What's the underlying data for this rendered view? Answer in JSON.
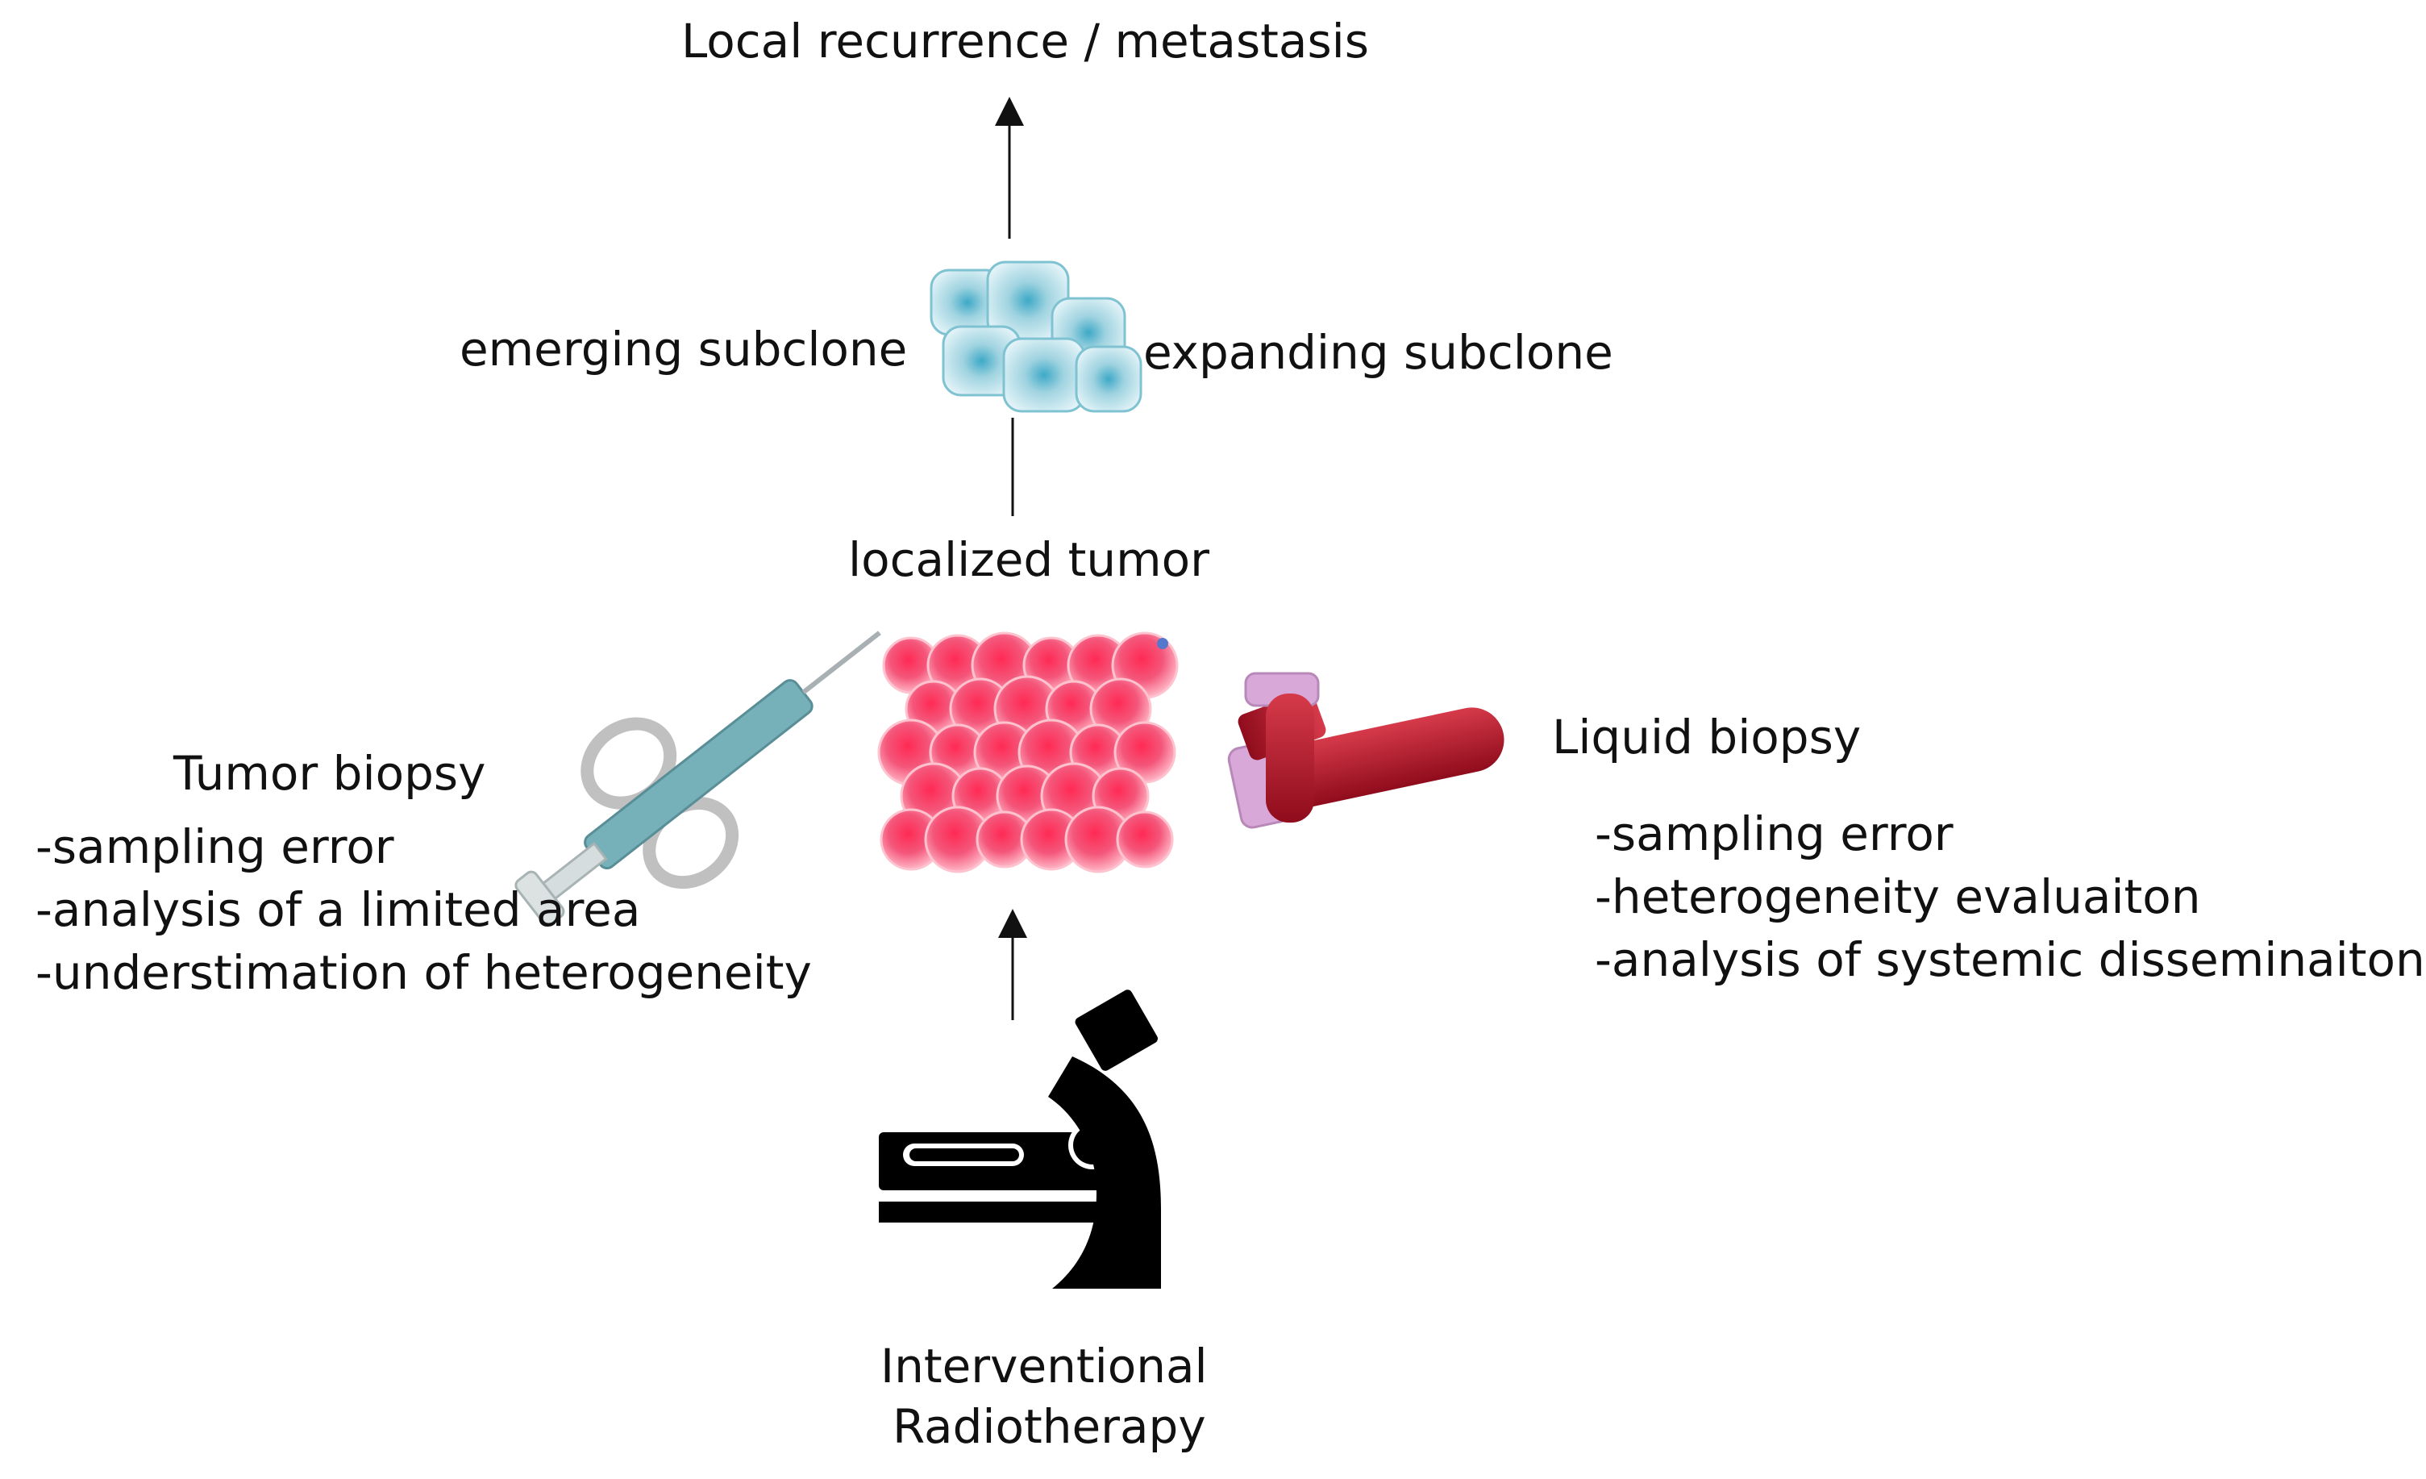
{
  "diagram": {
    "top_label": "Local recurrence / metastasis",
    "left_subclone_label": "emerging subclone",
    "right_subclone_label": "expanding subclone",
    "center_label": "localized tumor",
    "tumor_biopsy": {
      "title": "Tumor biopsy",
      "points": [
        "-sampling error",
        "-analysis of a limited area",
        "-understimation of heterogeneity"
      ]
    },
    "liquid_biopsy": {
      "title": "Liquid biopsy",
      "points": [
        "-sampling error",
        "-heterogeneity evaluaiton",
        "-analysis of systemic disseminaiton"
      ]
    },
    "bottom_label": [
      "Interventional",
      "Radiotherapy"
    ],
    "colors": {
      "arrow": "#111111",
      "subclone_cells": "#9fd3e0",
      "tumor_cells": "#f2506f",
      "blood": "#b01225",
      "tube_cap": "#d8a8d8",
      "syringe": "#5fa3ad",
      "icon": "#000000"
    },
    "icons": [
      "cell-cluster-icon",
      "tumor-cells-icon",
      "syringe-icon",
      "blood-tubes-icon",
      "radiotherapy-machine-icon"
    ]
  }
}
